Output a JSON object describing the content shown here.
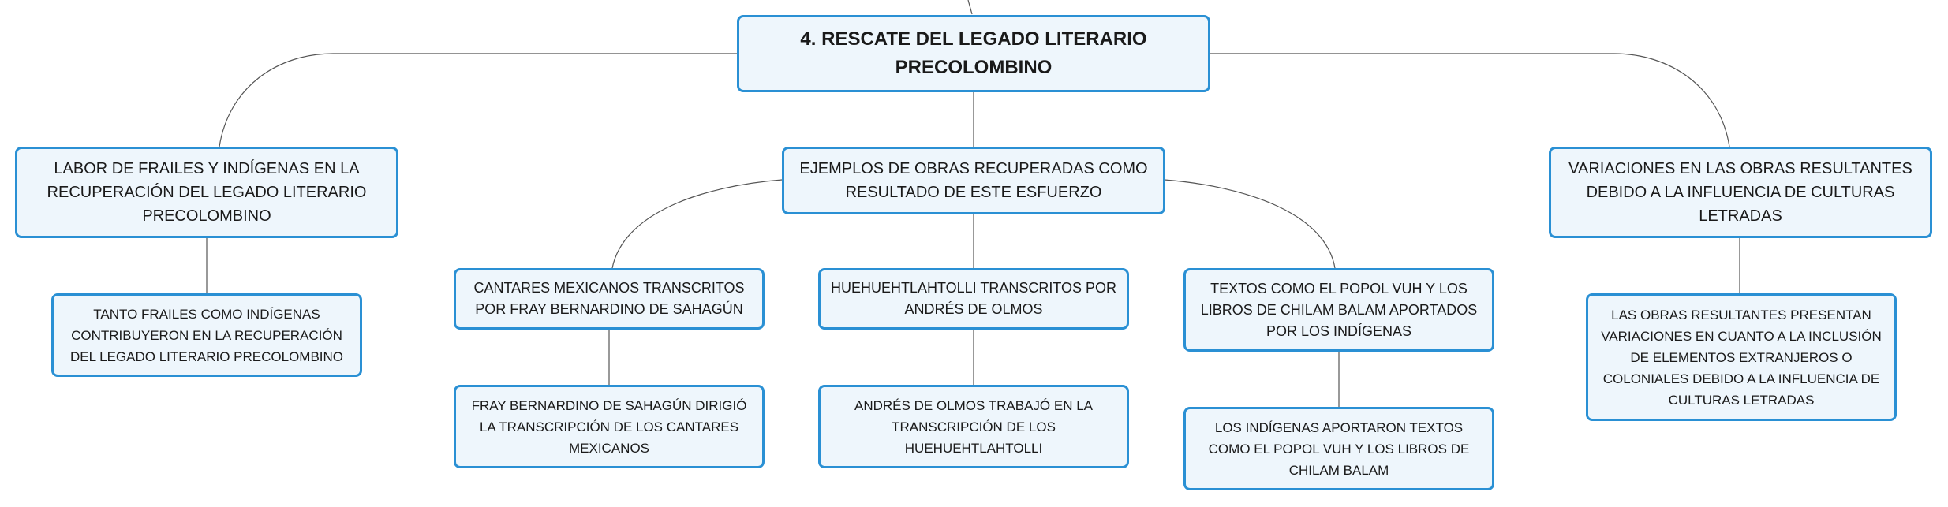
{
  "diagram": {
    "root": {
      "label": "4. RESCATE DEL LEGADO LITERARIO PRECOLOMBINO"
    },
    "branches": [
      {
        "label": "LABOR DE FRAILES Y INDÍGENAS EN LA RECUPERACIÓN DEL LEGADO LITERARIO PRECOLOMBINO",
        "children": [
          {
            "label": "TANTO FRAILES COMO INDÍGENAS CONTRIBUYERON EN LA RECUPERACIÓN DEL LEGADO LITERARIO PRECOLOMBINO"
          }
        ]
      },
      {
        "label": "EJEMPLOS DE OBRAS RECUPERADAS COMO RESULTADO DE ESTE ESFUERZO",
        "children": [
          {
            "label": "CANTARES MEXICANOS TRANSCRITOS POR FRAY BERNARDINO DE SAHAGÚN",
            "children": [
              {
                "label": "FRAY BERNARDINO DE SAHAGÚN DIRIGIÓ LA TRANSCRIPCIÓN DE LOS CANTARES MEXICANOS"
              }
            ]
          },
          {
            "label": "HUEHUEHTLAHTOLLI TRANSCRITOS POR ANDRÉS DE OLMOS",
            "children": [
              {
                "label": "ANDRÉS DE OLMOS TRABAJÓ EN LA TRANSCRIPCIÓN DE LOS HUEHUEHTLAHTOLLI"
              }
            ]
          },
          {
            "label": "TEXTOS COMO EL POPOL VUH Y LOS LIBROS DE CHILAM BALAM APORTADOS POR LOS INDÍGENAS",
            "children": [
              {
                "label": "LOS INDÍGENAS APORTARON TEXTOS COMO EL POPOL VUH Y LOS LIBROS DE CHILAM BALAM"
              }
            ]
          }
        ]
      },
      {
        "label": "VARIACIONES EN LAS OBRAS RESULTANTES DEBIDO A LA INFLUENCIA DE CULTURAS LETRADAS",
        "children": [
          {
            "label": "LAS OBRAS RESULTANTES PRESENTAN VARIACIONES EN CUANTO A LA INCLUSIÓN DE ELEMENTOS EXTRANJEROS O COLONIALES DEBIDO A LA INFLUENCIA DE CULTURAS LETRADAS"
          }
        ]
      }
    ]
  },
  "colors": {
    "border": "#2a90d4",
    "fill": "#eef6fc",
    "line": "#555555",
    "text": "#1a1a1a"
  }
}
